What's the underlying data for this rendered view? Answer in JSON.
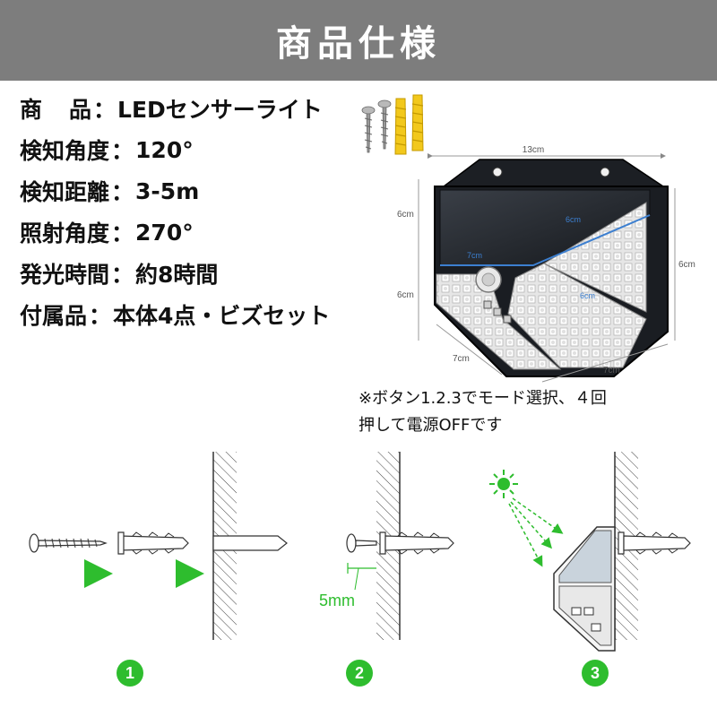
{
  "header": {
    "title": "商品仕様"
  },
  "specs": [
    {
      "label": "商品",
      "value": "LEDセンサーライト"
    },
    {
      "label": "検知角度",
      "value": "120°"
    },
    {
      "label": "検知距離",
      "value": "3-5m"
    },
    {
      "label": "照射角度",
      "value": "270°"
    },
    {
      "label": "発光時間",
      "value": "約8時間"
    },
    {
      "label": "付属品",
      "value": "本体4点・ビズセット"
    }
  ],
  "separator": "：",
  "dimensions": {
    "width_top": "13cm",
    "height_left_top": "6cm",
    "height_left_bottom": "6cm",
    "height_right": "6cm",
    "panel_top": "6cm",
    "panel_mid": "7cm",
    "panel_right": "6cm",
    "bottom_left": "7cm",
    "bottom_right": "7cm"
  },
  "note": {
    "line1": "※ボタン1.2.3でモード選択、４回",
    "line2": "押して電源OFFです"
  },
  "steps": [
    "1",
    "2",
    "3"
  ],
  "drill_depth": "5mm",
  "colors": {
    "header_bg": "#7d7d7d",
    "accent_green": "#2ebd2e",
    "anchor_yellow": "#f2c81c"
  },
  "icons": [
    "screw-icon",
    "wall-anchor-icon",
    "sun-icon",
    "arrow-right-icon"
  ]
}
